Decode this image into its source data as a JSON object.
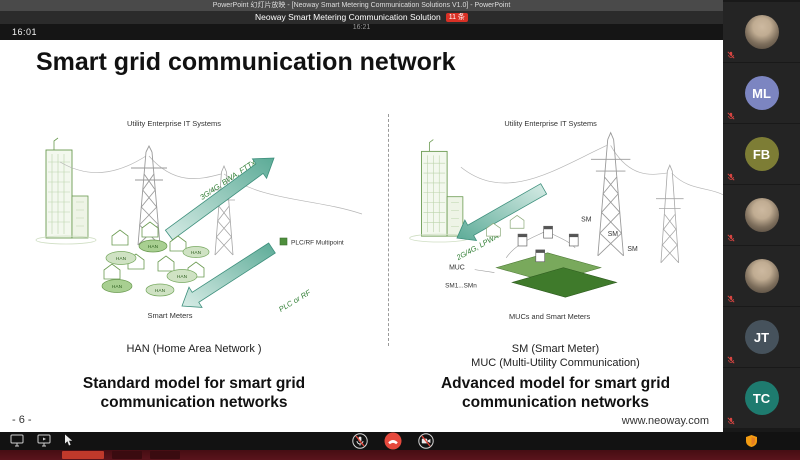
{
  "header": {
    "app_title": "PowerPoint 幻灯片放映 - [Neoway Smart Metering Communication Solutions V1.0] - PowerPoint",
    "meeting_title": "Neoway Smart Metering Communication Solution",
    "chat_badge": "11 条",
    "clock_small": "16:21",
    "elapsed_time": "16:01"
  },
  "slide": {
    "title": "Smart grid communication network",
    "page_number": "- 6 -",
    "website": "www.neoway.com",
    "left": {
      "it_systems_label": "Utility Enterprise IT Systems",
      "uplink_label": "3G/4G, BWA, FTTx",
      "legend_label": "PLC/RF Multipoint",
      "han_label": "HAN",
      "meters_label": "Smart Meters",
      "downlink_label": "PLC or RF",
      "caption": "HAN (Home Area Network )",
      "model_title": "Standard model for smart grid communication networks"
    },
    "right": {
      "it_systems_label": "Utility Enterprise IT Systems",
      "link_label": "2G/4G, LPWA",
      "sm_label": "SM",
      "muc_label": "MUC",
      "sm_range_label": "SM1...SMn",
      "meters_label": "MUCs and Smart Meters",
      "caption_sm": "SM (Smart Meter)",
      "caption_muc": "MUC (Multi-Utility Communication)",
      "model_title": "Advanced model for smart grid communication networks"
    }
  },
  "participants": [
    {
      "label": "",
      "type": "photo"
    },
    {
      "label": "ML",
      "type": "initials",
      "color": "#7c85c1"
    },
    {
      "label": "FB",
      "type": "initials",
      "color": "#7d7d35"
    },
    {
      "label": "",
      "type": "photo"
    },
    {
      "label": "",
      "type": "photo"
    },
    {
      "label": "JT",
      "type": "initials",
      "color": "#46525c"
    },
    {
      "label": "TC",
      "type": "initials",
      "color": "#1e7b6f"
    }
  ],
  "call_controls": {
    "icons": [
      "display-icon",
      "presentation-icon",
      "pointer-icon",
      "mic-muted-icon",
      "end-call-icon",
      "camera-off-icon",
      "security-shield-icon"
    ]
  },
  "colors": {
    "accent_green": "#4e8f3c",
    "arrow_teal": "#5cab97",
    "badge_red": "#d93025",
    "end_call_red": "#e5493d"
  }
}
